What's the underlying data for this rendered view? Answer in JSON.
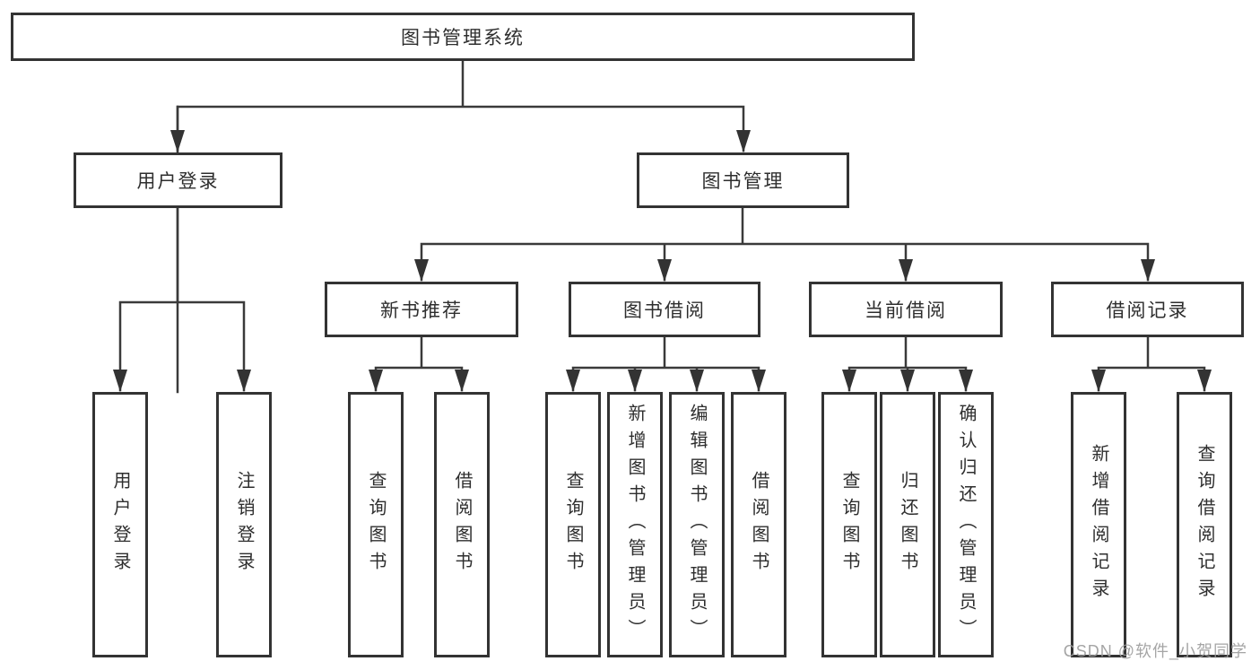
{
  "tree": {
    "root": {
      "label": "图书管理系统"
    },
    "branches": [
      {
        "label": "用户登录",
        "children": [
          {
            "label": "用户登录"
          },
          {
            "label": "注销登录"
          }
        ]
      },
      {
        "label": "图书管理",
        "children": [
          {
            "label": "新书推荐",
            "children": [
              {
                "label": "查询图书"
              },
              {
                "label": "借阅图书"
              }
            ]
          },
          {
            "label": "图书借阅",
            "children": [
              {
                "label": "查询图书"
              },
              {
                "label": "新增图书（管理员）"
              },
              {
                "label": "编辑图书（管理员）"
              },
              {
                "label": "借阅图书"
              }
            ]
          },
          {
            "label": "当前借阅",
            "children": [
              {
                "label": "查询图书"
              },
              {
                "label": "归还图书"
              },
              {
                "label": "确认归还（管理员）"
              }
            ]
          },
          {
            "label": "借阅记录",
            "children": [
              {
                "label": "新增借阅记录"
              },
              {
                "label": "查询借阅记录"
              }
            ]
          }
        ]
      }
    ]
  },
  "watermark": {
    "text": "CSDN @软件_小贺同学"
  },
  "colors": {
    "line": "#3a3a3a",
    "box_border": "#333333",
    "text": "#2e2e2e",
    "watermark": "#9b9b9b",
    "background": "#ffffff"
  }
}
